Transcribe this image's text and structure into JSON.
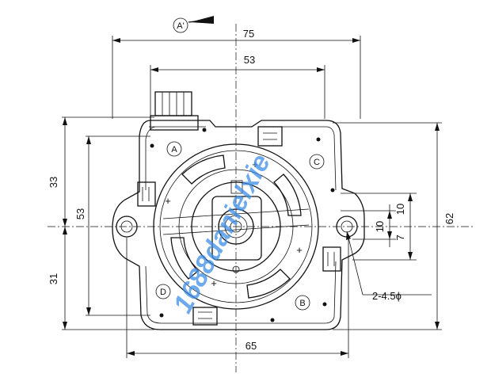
{
  "view_marker": "A'",
  "dimensions": {
    "top_width_outer": "75",
    "top_width_inner": "53",
    "bottom_width": "65",
    "left_upper_height": "33",
    "left_total_height": "53",
    "left_lower_height": "31",
    "right_total_height": "62",
    "right_small_1": "10",
    "right_small_2": "10",
    "right_small_3": "7",
    "hole_note": "2-4.5ϕ"
  },
  "port_labels": {
    "a": "A",
    "b": "B",
    "c": "C",
    "d": "D"
  },
  "watermark": "1688danielxie"
}
